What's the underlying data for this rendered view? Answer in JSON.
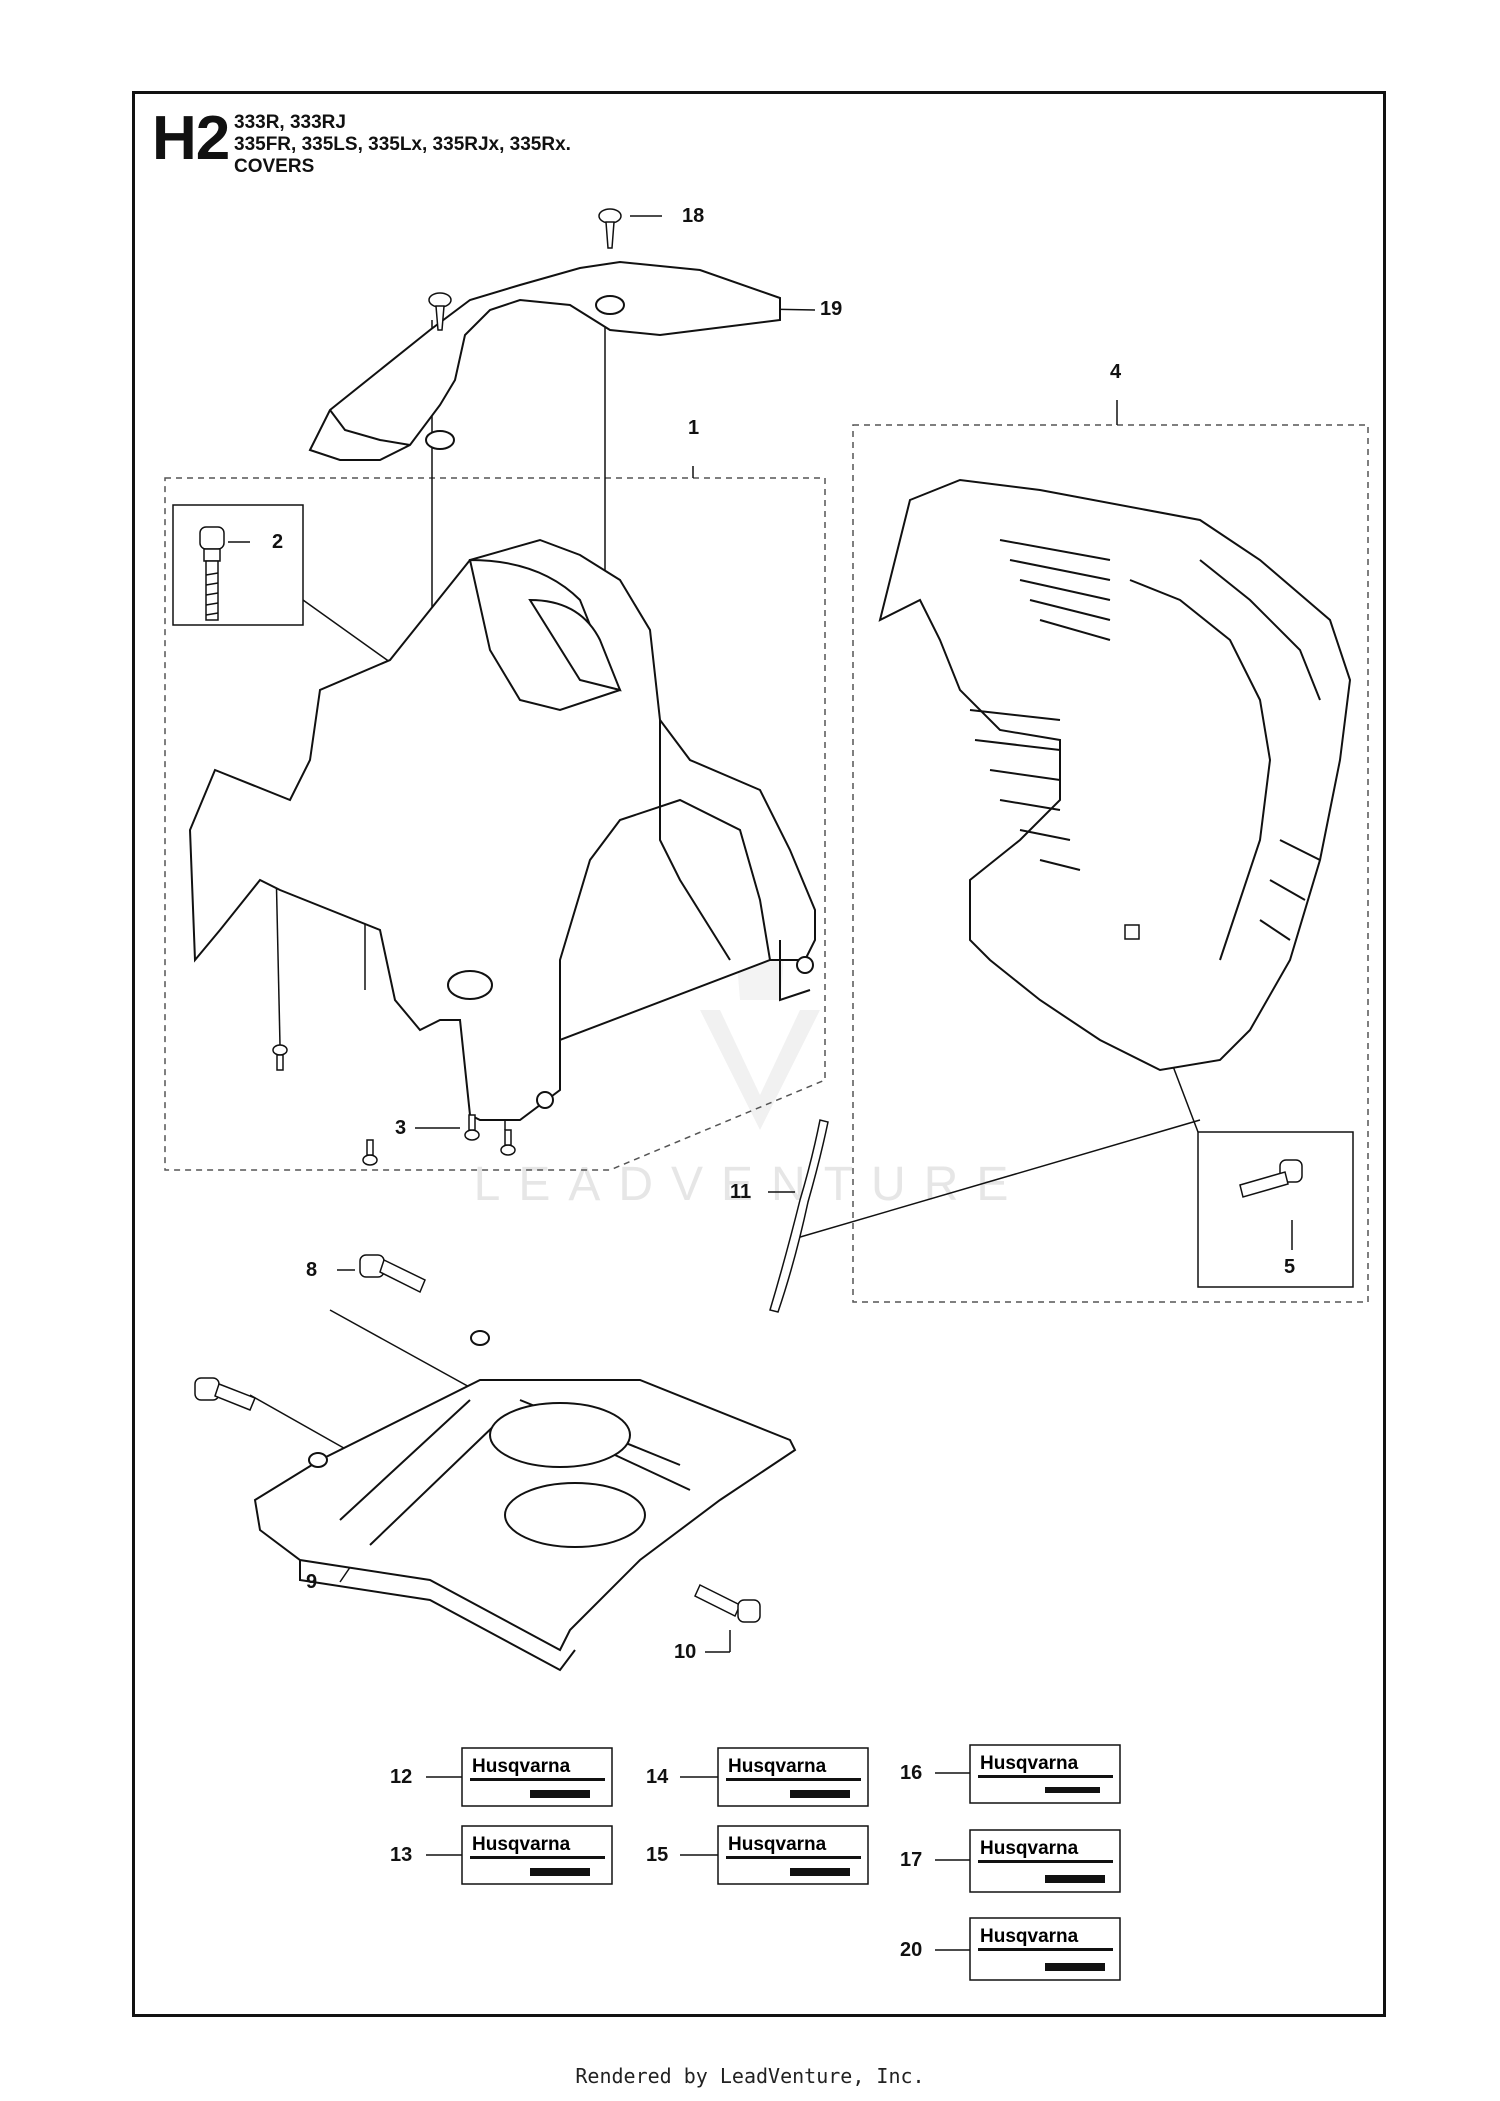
{
  "header": {
    "sheet_code": "H2",
    "models_line1": "333R, 333RJ",
    "models_line2": "335FR, 335LS, 335Lx, 335RJx, 335Rx.",
    "section_title": "COVERS"
  },
  "callouts": [
    "1",
    "2",
    "3",
    "4",
    "5",
    "8",
    "9",
    "10",
    "11",
    "12",
    "13",
    "14",
    "15",
    "16",
    "17",
    "18",
    "19",
    "20"
  ],
  "decal": {
    "brand_text": "Husqvarna"
  },
  "watermark": {
    "text": "LEADVENTURE"
  },
  "footer": {
    "text": "Rendered by LeadVenture, Inc."
  },
  "colors": {
    "line": "#111111",
    "dashed": "#555555",
    "watermark": "#e6e6e6"
  }
}
